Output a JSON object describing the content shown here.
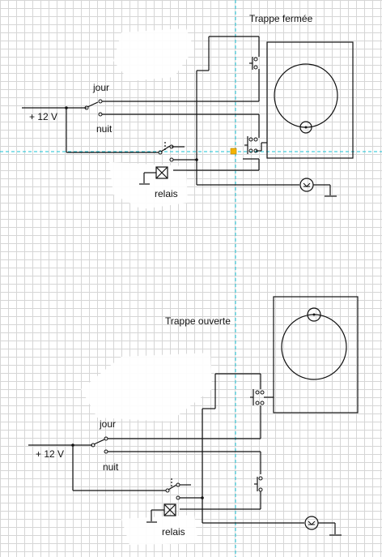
{
  "diagram": {
    "top": {
      "title": "Trappe fermée",
      "supply_label": "+ 12 V",
      "day_label": "jour",
      "night_label": "nuit",
      "relay_label": "relais"
    },
    "bottom": {
      "title": "Trappe ouverte",
      "supply_label": "+ 12 V",
      "day_label": "jour",
      "night_label": "nuit",
      "relay_label": "relais"
    },
    "colors": {
      "wire": "#111111",
      "guide": "#19c3d6",
      "marker": "#f4b400",
      "grid": "#d6d6d6"
    }
  }
}
